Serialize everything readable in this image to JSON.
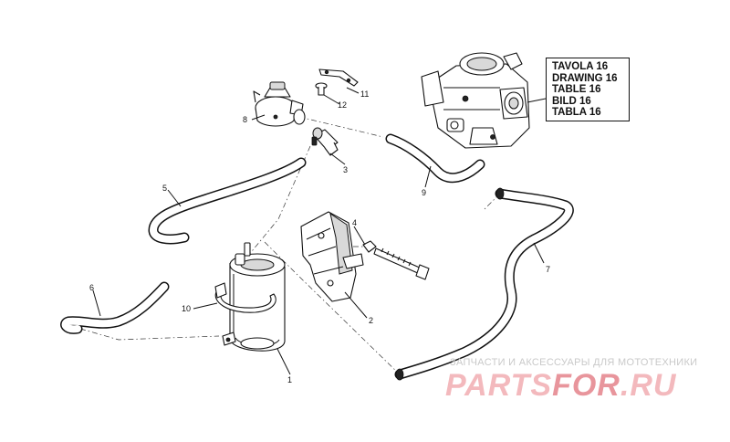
{
  "reference_box": {
    "lines": [
      "TAVOLA 16",
      "DRAWING 16",
      "TABLE 16",
      "BILD 16",
      "TABLA 16"
    ]
  },
  "callouts": {
    "c1": "1",
    "c2": "2",
    "c3": "3",
    "c4": "4",
    "c5": "5",
    "c6": "6",
    "c7": "7",
    "c8": "8",
    "c9": "9",
    "c10": "10",
    "c11": "11",
    "c12": "12"
  },
  "watermark": {
    "tagline": "ЗАПЧАСТИ И АКСЕССУАРЫ ДЛЯ МОТОТЕХНИКИ",
    "logo_a": "PARTS",
    "logo_b": "FOR",
    "logo_c": ".RU"
  },
  "colors": {
    "line": "#111111",
    "watermark_logo": "#f3b9bd",
    "watermark_text": "#c9c9c9"
  }
}
